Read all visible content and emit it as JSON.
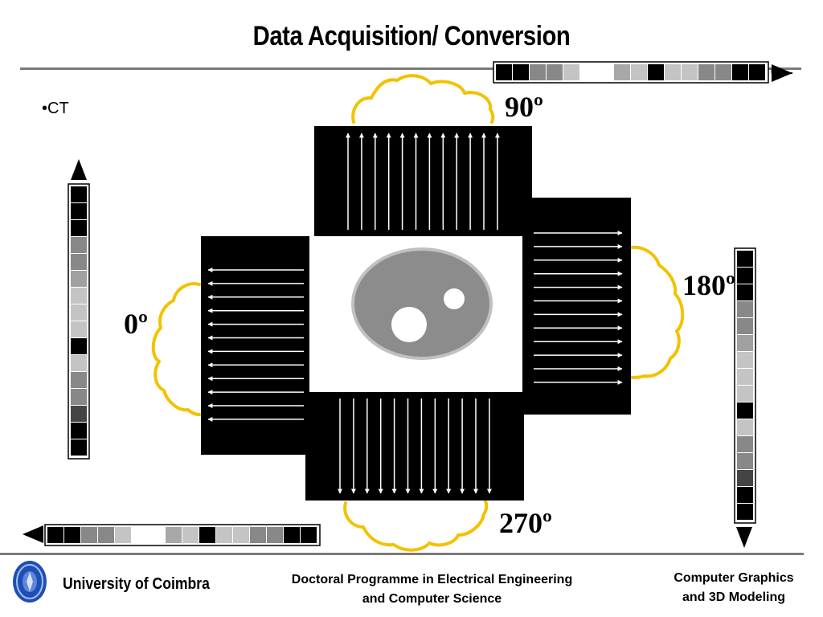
{
  "slide": {
    "title": "Data Acquisition/ Conversion",
    "bullet": "•CT"
  },
  "angles": {
    "a0": "0º",
    "a90": "90º",
    "a180": "180º",
    "a270": "270º"
  },
  "footer": {
    "university": "University of Coimbra",
    "programme_line1": "Doctoral Programme in Electrical Engineering",
    "programme_line2": "and Computer Science",
    "course_line1": "Computer Graphics",
    "course_line2": "and 3D Modeling"
  },
  "colors": {
    "accent_yellow": "#f2c200",
    "rule_gray": "#7a7a7a",
    "phantom_fill": "#8c8c8c",
    "phantom_rim": "#c0c0c0"
  },
  "projections": {
    "top": [
      "#000000",
      "#000000",
      "#888888",
      "#888888",
      "#c4c4c4",
      "#ffffff",
      "#ffffff",
      "#a8a8a8",
      "#c4c4c4",
      "#000000",
      "#c4c4c4",
      "#c4c4c4",
      "#888888",
      "#888888",
      "#000000",
      "#000000"
    ],
    "bottom": [
      "#000000",
      "#000000",
      "#888888",
      "#888888",
      "#c4c4c4",
      "#ffffff",
      "#ffffff",
      "#a8a8a8",
      "#c4c4c4",
      "#000000",
      "#c4c4c4",
      "#c4c4c4",
      "#888888",
      "#888888",
      "#000000",
      "#000000"
    ],
    "left": [
      "#000000",
      "#000000",
      "#000000",
      "#888888",
      "#888888",
      "#a0a0a0",
      "#c4c4c4",
      "#c4c4c4",
      "#c4c4c4",
      "#000000",
      "#c4c4c4",
      "#888888",
      "#888888",
      "#444444",
      "#000000",
      "#000000"
    ],
    "right": [
      "#000000",
      "#000000",
      "#000000",
      "#888888",
      "#888888",
      "#a0a0a0",
      "#c4c4c4",
      "#c4c4c4",
      "#c4c4c4",
      "#000000",
      "#c4c4c4",
      "#888888",
      "#888888",
      "#444444",
      "#000000",
      "#000000"
    ]
  }
}
